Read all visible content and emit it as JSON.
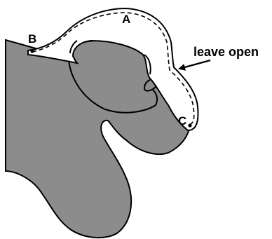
{
  "labels": {
    "point_a": "A",
    "point_b": "B",
    "point_c": "C",
    "annotation": "leave open"
  },
  "colors": {
    "fill": "#8c8c8c",
    "stroke": "#000000",
    "background": "#ffffff"
  }
}
